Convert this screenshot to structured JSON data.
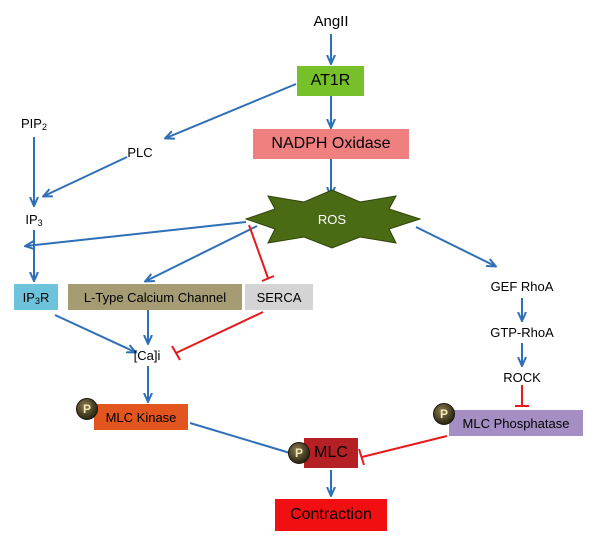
{
  "nodes": {
    "angii": "AngII",
    "at1r": "AT1R",
    "pip2": {
      "base": "PIP",
      "sub": "2"
    },
    "plc": "PLC",
    "nadph_oxidase": "NADPH Oxidase",
    "ip3": {
      "base": "IP",
      "sub": "3"
    },
    "ros": "ROS",
    "ip3r": {
      "base": "IP",
      "sub": "3",
      "suffix": "R"
    },
    "l_type": "L-Type Calcium Channel",
    "serca": "SERCA",
    "gef_rhoa": "GEF RhoA",
    "gtp_rhoa": "GTP-RhoA",
    "rock": "ROCK",
    "cai": "[Ca]i",
    "mlc_kinase": "MLC Kinase",
    "mlc_phosphatase": "MLC Phosphatase",
    "mlc": "MLC",
    "contraction": "Contraction"
  },
  "phospho_label": "P",
  "colors": {
    "activation_arrow": "#2e6fb7",
    "inhibition_line": "#e8191d",
    "at1r": "#76c12a",
    "nadph_oxidase": "#f08080",
    "ros": "#4a6b14",
    "ip3r": "#6ec3dc",
    "l_type": "#a59c74",
    "serca": "#d4d4d4",
    "mlc_kinase": "#e2551e",
    "mlc_phosphatase": "#a58ec4",
    "mlc": "#b52024",
    "contraction": "#f20f12"
  }
}
